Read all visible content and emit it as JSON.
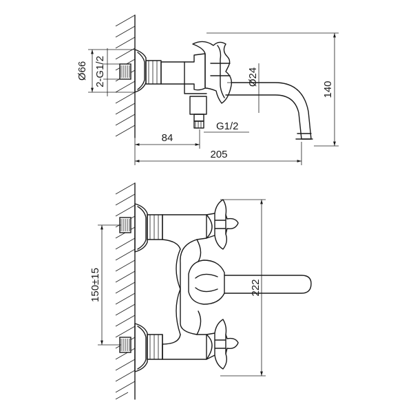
{
  "dimensions": {
    "outer_diameter": "Ø66",
    "connection_thread": "2-G1/2",
    "spout_diameter": "Ø24",
    "height_140": "140",
    "outlet_thread": "G1/2",
    "depth_84": "84",
    "depth_205": "205",
    "spacing": "150±15",
    "height_222": "222"
  }
}
